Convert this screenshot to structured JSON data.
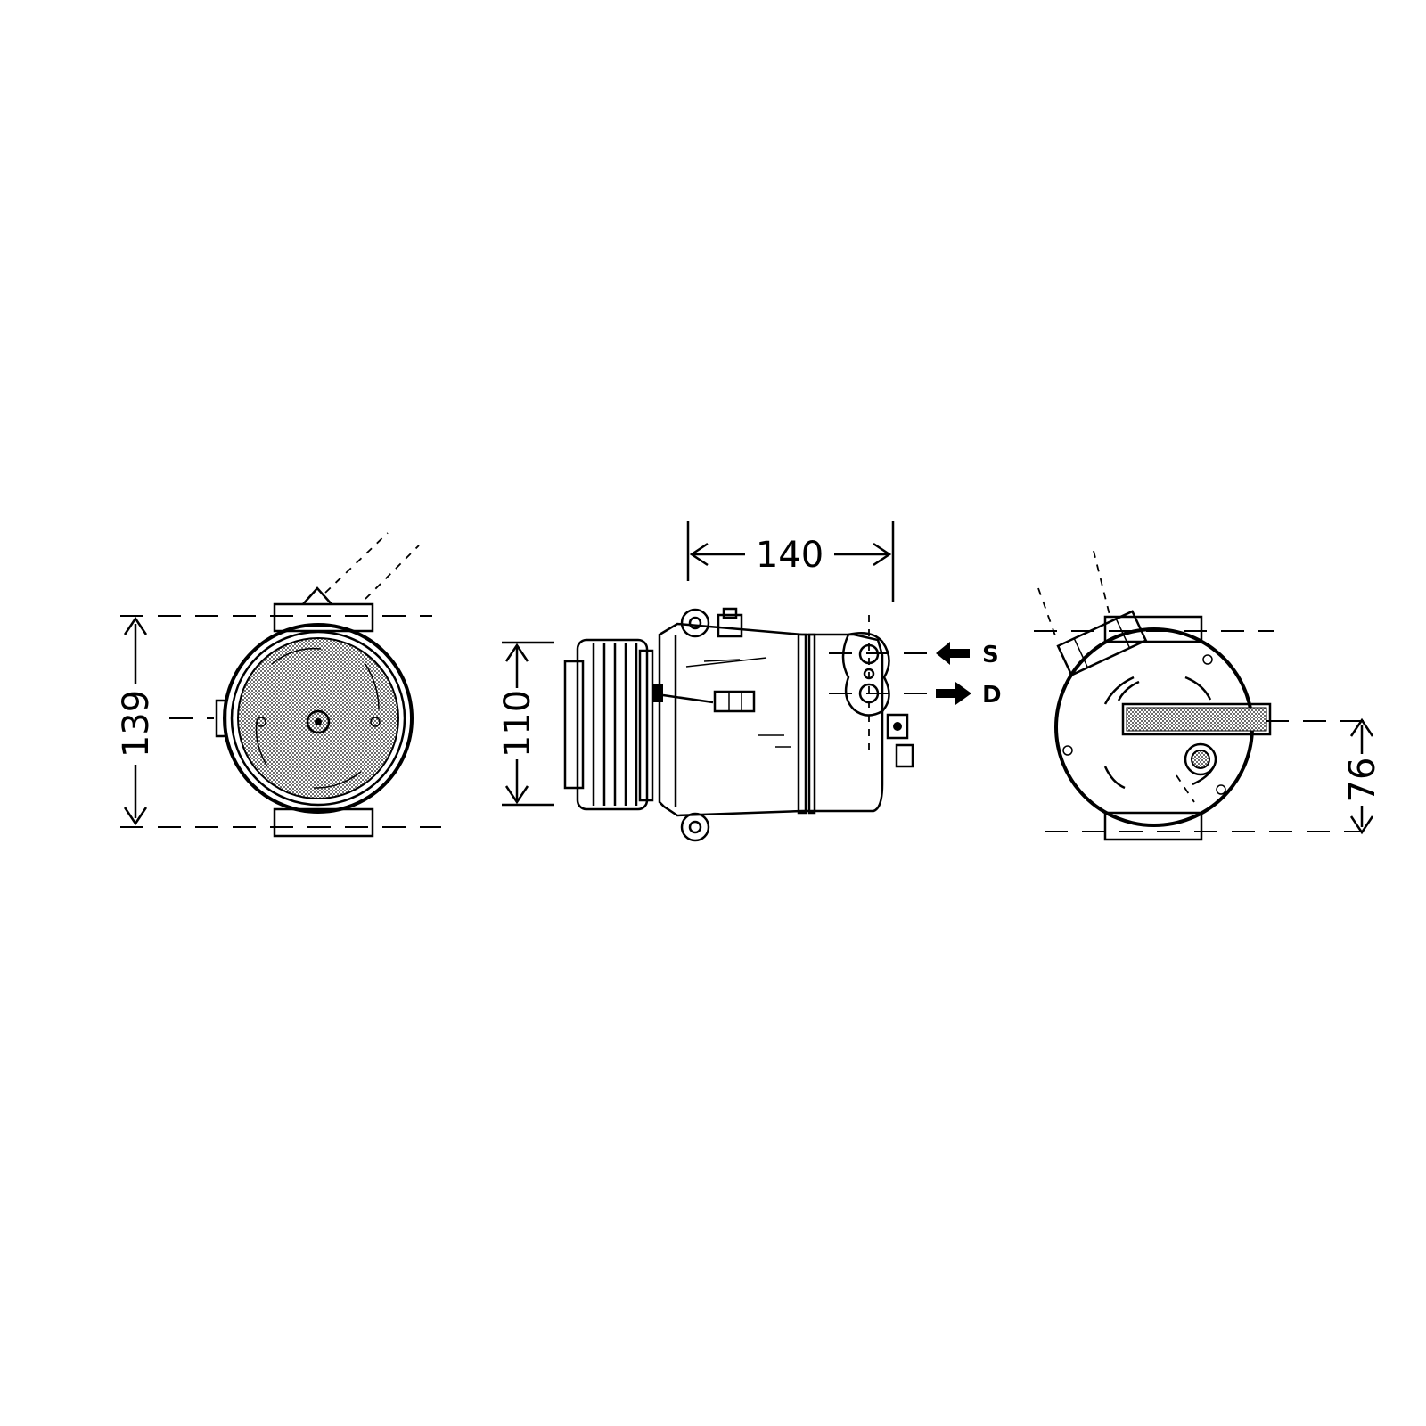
{
  "dimensions": {
    "front_height": "139",
    "side_height": "110",
    "side_length": "140",
    "rear_offset": "76"
  },
  "ports": {
    "suction": "S",
    "discharge": "D"
  },
  "colors": {
    "line": "#000000",
    "background": "#ffffff",
    "hatch": "#9a9a9a"
  }
}
